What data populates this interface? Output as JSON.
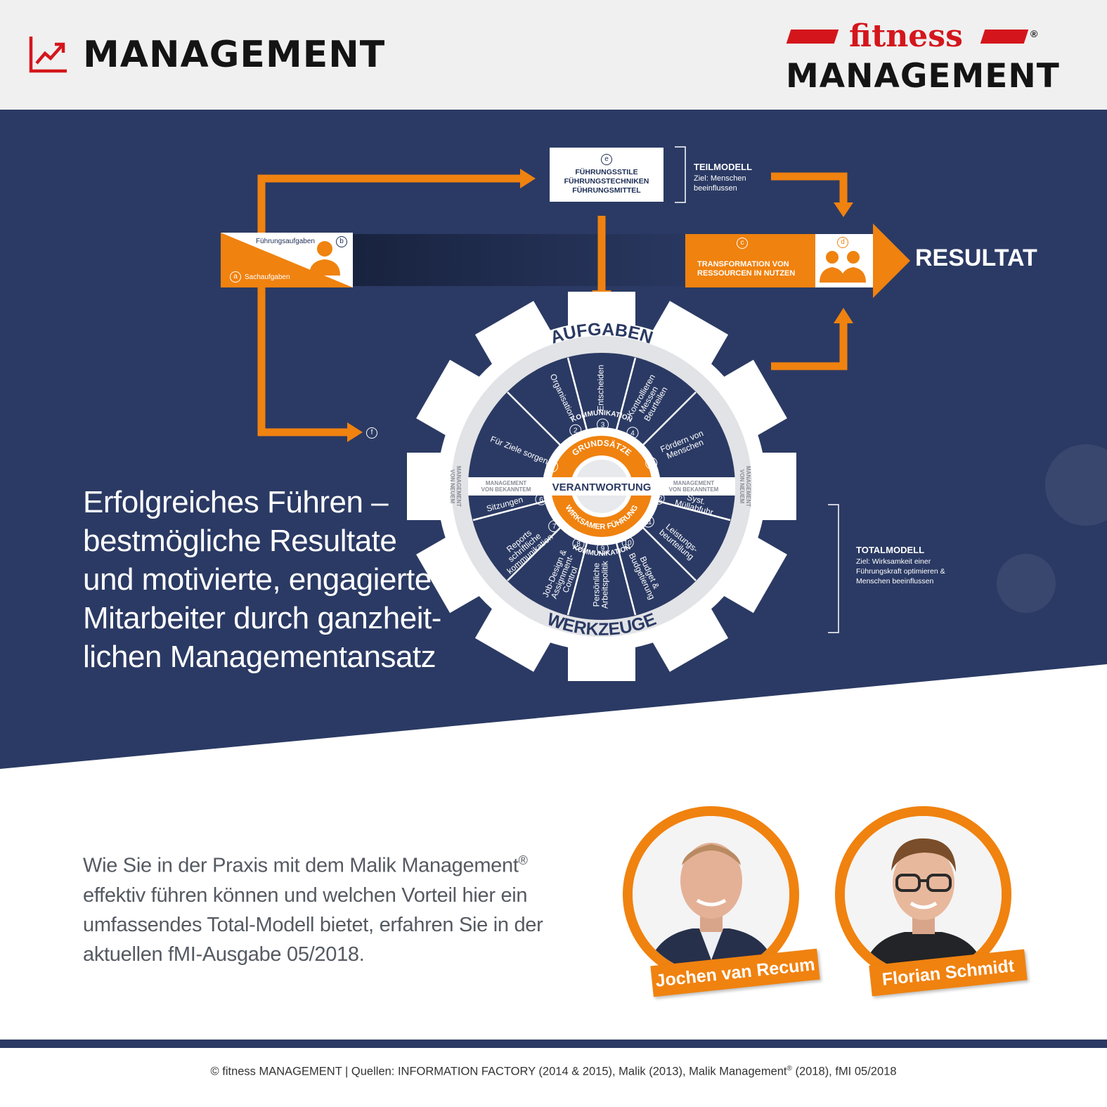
{
  "header": {
    "section_title": "MANAGEMENT",
    "logo_top": "fitness",
    "logo_bottom": "MANAGEMENT",
    "logo_mark": "®",
    "section_icon": "trend-chart-icon"
  },
  "colors": {
    "navy": "#2b3a64",
    "orange": "#f0820f",
    "brand_red": "#d4161c",
    "light_gray": "#f0f0f0"
  },
  "diagram": {
    "box_e": {
      "marker": "e",
      "label": "FÜHRUNGSSTILE\nFÜHRUNGSTECHNIKEN\nFÜHRUNGSMITTEL"
    },
    "teilmodell": {
      "title": "TEILMODELL",
      "text": "Ziel: Menschen beeinflussen"
    },
    "box_ab": {
      "marker_a": "a",
      "marker_b": "b",
      "top_label": "Führungsaufgaben",
      "bottom_label": "Sachaufgaben"
    },
    "transformation": {
      "marker_c": "c",
      "marker_d": "d",
      "label": "TRANSFORMATION VON\nRESSOURCEN IN NUTZEN"
    },
    "resultat": "RESULTAT",
    "marker_f": "f",
    "totalmodell": {
      "title": "TOTALMODELL",
      "text": "Ziel: Wirksamkeit einer Führungskraft optimieren & Menschen beeinflussen"
    },
    "wheel": {
      "outer_top": "AUFGABEN",
      "outer_bottom": "WERKZEUGE",
      "inner_top": "GRUNDSÄTZE",
      "inner_bottom": "WIRKSAMER FÜHRUNG",
      "center": "VERANTWORTUNG",
      "band_top": "KOMMUNIKATION",
      "band_bottom": "KOMMUNIKATION",
      "axis_left": "MANAGEMENT\nVON BEKANNTEM",
      "axis_right": "MANAGEMENT\nVON BEKANNTEM",
      "side_left": "MANAGEMENT\nVON NEUEM",
      "side_right": "MANAGEMENT\nVON NEUEM",
      "segments": [
        {
          "num": "1",
          "label": "Für Ziele sorgen"
        },
        {
          "num": "2",
          "label": "Organisation"
        },
        {
          "num": "3",
          "label": "Entscheiden"
        },
        {
          "num": "4",
          "label": "Kontrollieren\nMessen\nBeurteilen"
        },
        {
          "num": "5",
          "label": "Fördern von\nMenschen"
        },
        {
          "num": "6",
          "label": "Sitzungen"
        },
        {
          "num": "7",
          "label": "Reports\nschriftliche\nkommunikation"
        },
        {
          "num": "8",
          "label": "Job-Design &\nAssignment-\nControl"
        },
        {
          "num": "9",
          "label": "Persönliche\nArbeitspolitik"
        },
        {
          "num": "10",
          "label": "Budget &\nBudgetierung"
        },
        {
          "num": "11",
          "label": "Leistungs-\nbeurteilung"
        },
        {
          "num": "12",
          "label": "Syst.\nMüllabfuhr"
        }
      ]
    }
  },
  "headline": "Erfolgreiches Führen –\nbestmögliche Resultate\nund motivierte, engagierte\nMitarbeiter durch ganzheit-\nlichen Managementansatz",
  "intro": {
    "part1": "Wie Sie in der Praxis mit dem Malik Management",
    "mark": "®",
    "part2": " effektiv führen können und welchen Vorteil hier ein umfassendes Total-Modell bietet, erfahren Sie in der aktuellen fMI-Ausgabe 05/2018."
  },
  "people": [
    {
      "name": "Jochen van Recum"
    },
    {
      "name": "Florian Schmidt"
    }
  ],
  "footer": {
    "part1": "© fitness MANAGEMENT  |  Quellen: INFORMATION FACTORY (2014 & 2015), Malik (2013), Malik Management",
    "mark": "®",
    "part2": " (2018), fMI 05/2018"
  }
}
